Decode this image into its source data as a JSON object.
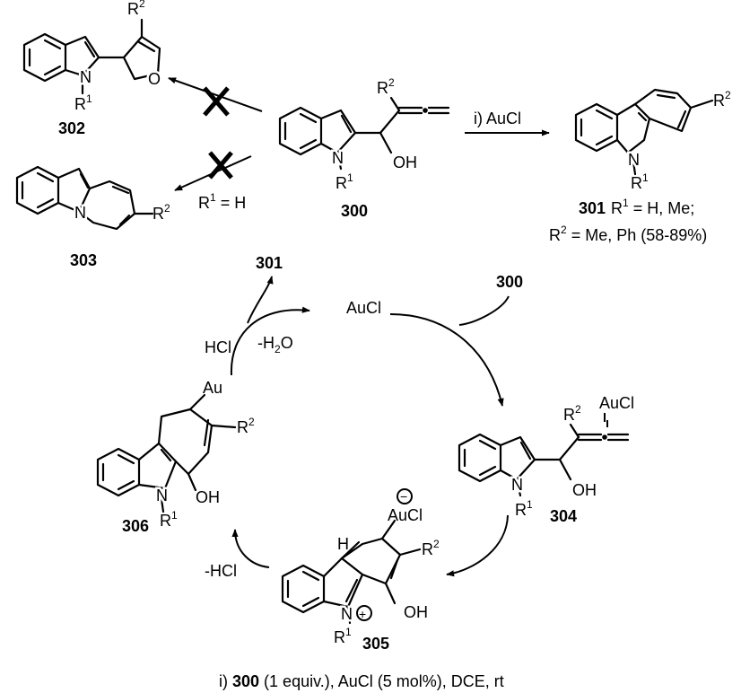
{
  "compounds": {
    "c300": "300",
    "c301": "301",
    "c302": "302",
    "c303": "303",
    "c304": "304",
    "c305": "305",
    "c306": "306"
  },
  "atoms": {
    "N": "N",
    "O": "O",
    "OH": "OH",
    "H": "H",
    "Au": "Au",
    "AuCl": "AuCl",
    "R": "R",
    "sup1": "1",
    "sup2": "2",
    "plus": "+",
    "minus": "−"
  },
  "labels": {
    "reaction_reagent": "i) AuCl",
    "r1_eq_h": "R",
    "r1_eq_h_rest": " = H",
    "product301_line1_rest": " = H, Me;",
    "product301_line2_rest": " = Me, Ph (58-89%)",
    "catalyst": "AuCl",
    "hcl": "HCl",
    "minus_h2o_a": "-H",
    "minus_h2o_sub": "2",
    "minus_h2o_b": "O",
    "minus_hcl": "-HCl"
  },
  "conditions": {
    "prefix": "i) ",
    "compound": "300",
    "rest": " (1 equiv.), AuCl (5 mol%), DCE, rt"
  }
}
